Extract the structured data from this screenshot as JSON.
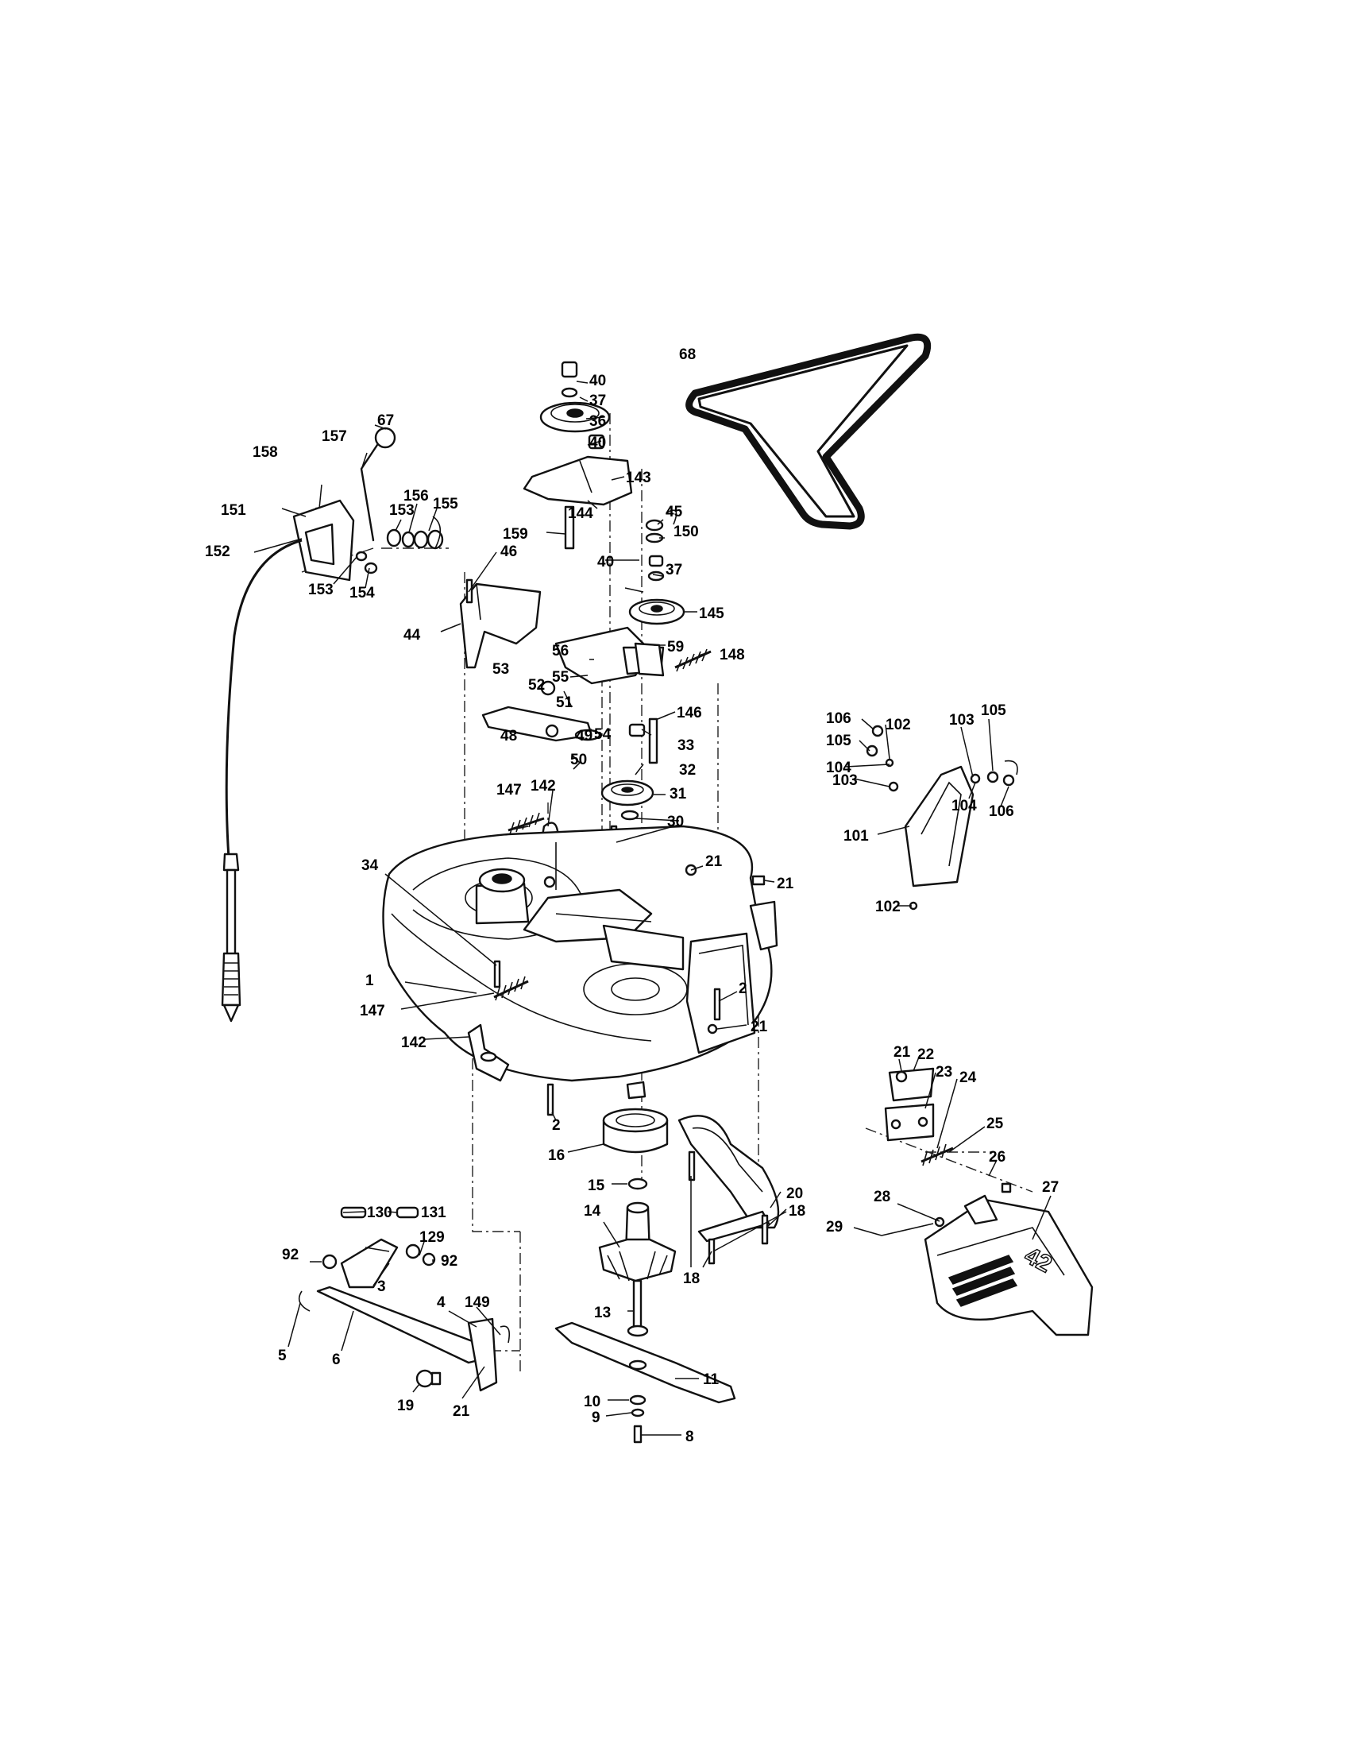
{
  "labels": [
    "1",
    "2",
    "2",
    "3",
    "4",
    "5",
    "6",
    "8",
    "9",
    "10",
    "11",
    "13",
    "14",
    "15",
    "16",
    "18",
    "18",
    "19",
    "20",
    "21",
    "21",
    "21",
    "21",
    "21",
    "22",
    "23",
    "24",
    "25",
    "26",
    "27",
    "28",
    "29",
    "30",
    "31",
    "32",
    "33",
    "34",
    "36",
    "37",
    "37",
    "40",
    "40",
    "40",
    "44",
    "45",
    "46",
    "48",
    "49",
    "50",
    "51",
    "52",
    "53",
    "54",
    "55",
    "56",
    "59",
    "67",
    "68",
    "92",
    "92",
    "101",
    "102",
    "102",
    "103",
    "103",
    "104",
    "104",
    "105",
    "105",
    "106",
    "106",
    "129",
    "130",
    "131",
    "142",
    "142",
    "143",
    "144",
    "145",
    "146",
    "147",
    "147",
    "148",
    "149",
    "150",
    "151",
    "152",
    "153",
    "153",
    "154",
    "155",
    "156",
    "157",
    "158",
    "159"
  ],
  "deck_badge": "42"
}
